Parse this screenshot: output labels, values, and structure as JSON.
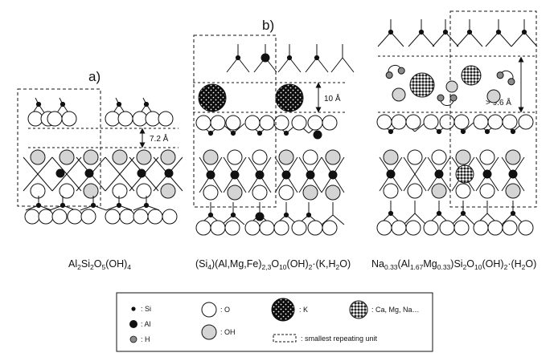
{
  "panels": {
    "a": {
      "label": "a)",
      "spacing": "7.2 Å"
    },
    "b": {
      "label": "b)",
      "spacing": "10 Å"
    },
    "c": {
      "label": "",
      "spacing": "> 9.6 Å"
    }
  },
  "formulas": {
    "a": [
      [
        "Al",
        ""
      ],
      [
        "2",
        "sub"
      ],
      [
        "Si",
        ""
      ],
      [
        "2",
        "sub"
      ],
      [
        "O",
        ""
      ],
      [
        "5",
        "sub"
      ],
      [
        "(OH)",
        ""
      ],
      [
        "4",
        "sub"
      ]
    ],
    "b": [
      [
        "(Si",
        ""
      ],
      [
        "4",
        "sub"
      ],
      [
        ")(Al,Mg,Fe)",
        ""
      ],
      [
        "2,3",
        "sub"
      ],
      [
        "O",
        ""
      ],
      [
        "10",
        "sub"
      ],
      [
        "(OH)",
        ""
      ],
      [
        "2",
        "sub"
      ],
      [
        "·(K,H",
        ""
      ],
      [
        "2",
        "sub"
      ],
      [
        "O)",
        ""
      ]
    ],
    "c": [
      [
        "Na",
        ""
      ],
      [
        "0.33",
        "sub"
      ],
      [
        "(Al",
        ""
      ],
      [
        "1.67",
        "sub"
      ],
      [
        "Mg",
        ""
      ],
      [
        "0.33",
        "sub"
      ],
      [
        ")Si",
        ""
      ],
      [
        "2",
        "sub"
      ],
      [
        "O",
        ""
      ],
      [
        "10",
        "sub"
      ],
      [
        "(OH)",
        ""
      ],
      [
        "2",
        "sub"
      ],
      [
        "·(H",
        ""
      ],
      [
        "2",
        "sub"
      ],
      [
        "O)",
        ""
      ]
    ]
  },
  "legend": {
    "si": ": Si",
    "al": ": Al",
    "h": ": H",
    "o": ": O",
    "oh": ": OH",
    "k": ": K",
    "cations": ": Ca, Mg, Na…",
    "unit": ": smallest  repeating unit"
  },
  "colors": {
    "line": "#111111",
    "oh_fill": "#d4d4d4",
    "h_fill": "#8c8c8c",
    "k_fill": "#0d0d0d"
  }
}
